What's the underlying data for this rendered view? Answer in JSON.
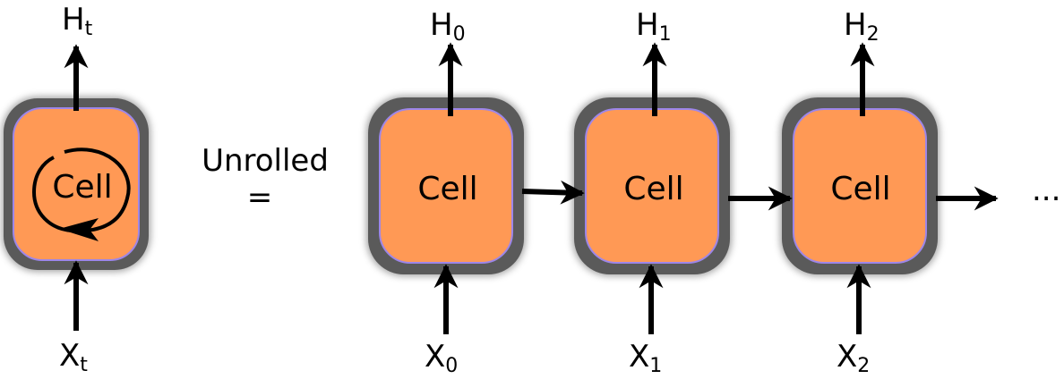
{
  "folded": {
    "cell_label": "Cell",
    "input": {
      "base": "X",
      "sub": "t"
    },
    "output": {
      "base": "H",
      "sub": "t"
    }
  },
  "middle": {
    "unrolled_label": "Unrolled",
    "equals": "="
  },
  "unrolled_cells": [
    {
      "label": "Cell",
      "input": {
        "base": "X",
        "sub": "0"
      },
      "output": {
        "base": "H",
        "sub": "0"
      }
    },
    {
      "label": "Cell",
      "input": {
        "base": "X",
        "sub": "1"
      },
      "output": {
        "base": "H",
        "sub": "1"
      }
    },
    {
      "label": "Cell",
      "input": {
        "base": "X",
        "sub": "2"
      },
      "output": {
        "base": "H",
        "sub": "2"
      }
    }
  ],
  "continuation": "...",
  "colors": {
    "cell_fill": "#ff9955",
    "cell_border": "#5a5a5a",
    "cell_edge": "#9d86e9",
    "arrow": "#000000"
  }
}
